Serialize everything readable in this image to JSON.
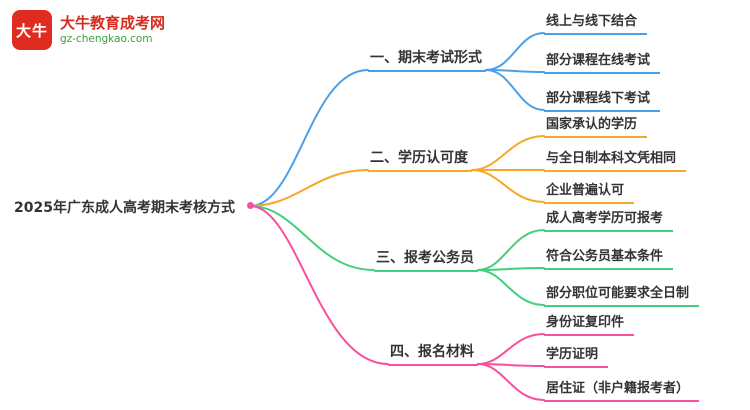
{
  "logo": {
    "badge_text": "大牛",
    "site_name": "大牛教育成考网",
    "site_url": "gz-chengkao.com",
    "badge_color": "#e02b20",
    "name_color": "#d42c1e",
    "url_color": "#3ba235"
  },
  "mindmap": {
    "root": "2025年广东成人高考期末考核方式",
    "branches": [
      {
        "label": "一、期末考试形式",
        "color": "#4aa0e8",
        "children": [
          "线上与线下结合",
          "部分课程在线考试",
          "部分课程线下考试"
        ]
      },
      {
        "label": "二、学历认可度",
        "color": "#f7a828",
        "children": [
          "国家承认的学历",
          "与全日制本科文凭相同",
          "企业普遍认可"
        ]
      },
      {
        "label": "三、报考公务员",
        "color": "#43cf7c",
        "children": [
          "成人高考学历可报考",
          "符合公务员基本条件",
          "部分职位可能要求全日制"
        ]
      },
      {
        "label": "四、报名材料",
        "color": "#fa4e9e",
        "children": [
          "身份证复印件",
          "学历证明",
          "居住证（非户籍报考者）"
        ]
      }
    ]
  }
}
